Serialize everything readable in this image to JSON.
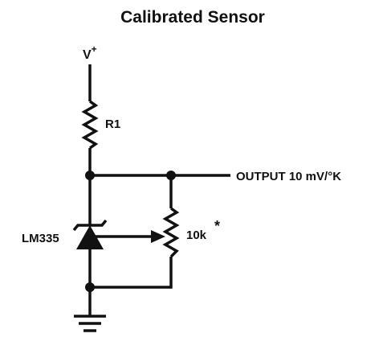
{
  "title": "Calibrated Sensor",
  "labels": {
    "supply": "V",
    "supply_sup": "+",
    "resistor": "R1",
    "output": "OUTPUT 10 mV/°K",
    "sensor": "LM335",
    "pot": "10k",
    "pot_note": "*"
  },
  "colors": {
    "ink": "#111111",
    "background": "#ffffff"
  }
}
